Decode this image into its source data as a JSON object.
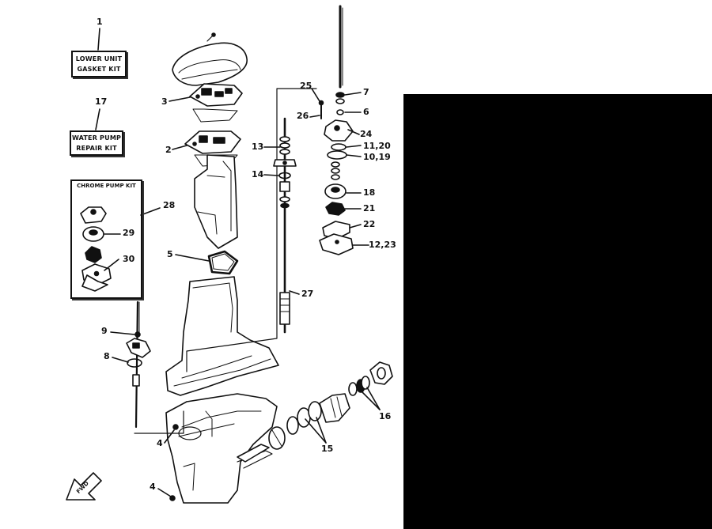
{
  "kits": {
    "lower_unit_gasket_kit": {
      "number": "1",
      "line1": "LOWER UNIT",
      "line2": "GASKET KIT"
    },
    "water_pump_repair_kit": {
      "number": "17",
      "line1": "WATER PUMP",
      "line2": "REPAIR KIT"
    },
    "chrome_pump_kit": {
      "number": "28",
      "title": "CHROME PUMP KIT"
    }
  },
  "callouts": {
    "c2": "2",
    "c3": "3",
    "c4a": "4",
    "c4b": "4",
    "c5": "5",
    "c6": "6",
    "c7": "7",
    "c8": "8",
    "c9": "9",
    "c1019": "10,19",
    "c1120": "11,20",
    "c1223": "12,23",
    "c13": "13",
    "c14": "14",
    "c15": "15",
    "c16": "16",
    "c18": "18",
    "c21": "21",
    "c22": "22",
    "c24": "24",
    "c25": "25",
    "c26": "26",
    "c27": "27",
    "c29": "29",
    "c30": "30"
  },
  "fwd_label": "FWD",
  "colors": {
    "ink": "#111111",
    "background": "#ffffff",
    "panel": "#000000"
  }
}
